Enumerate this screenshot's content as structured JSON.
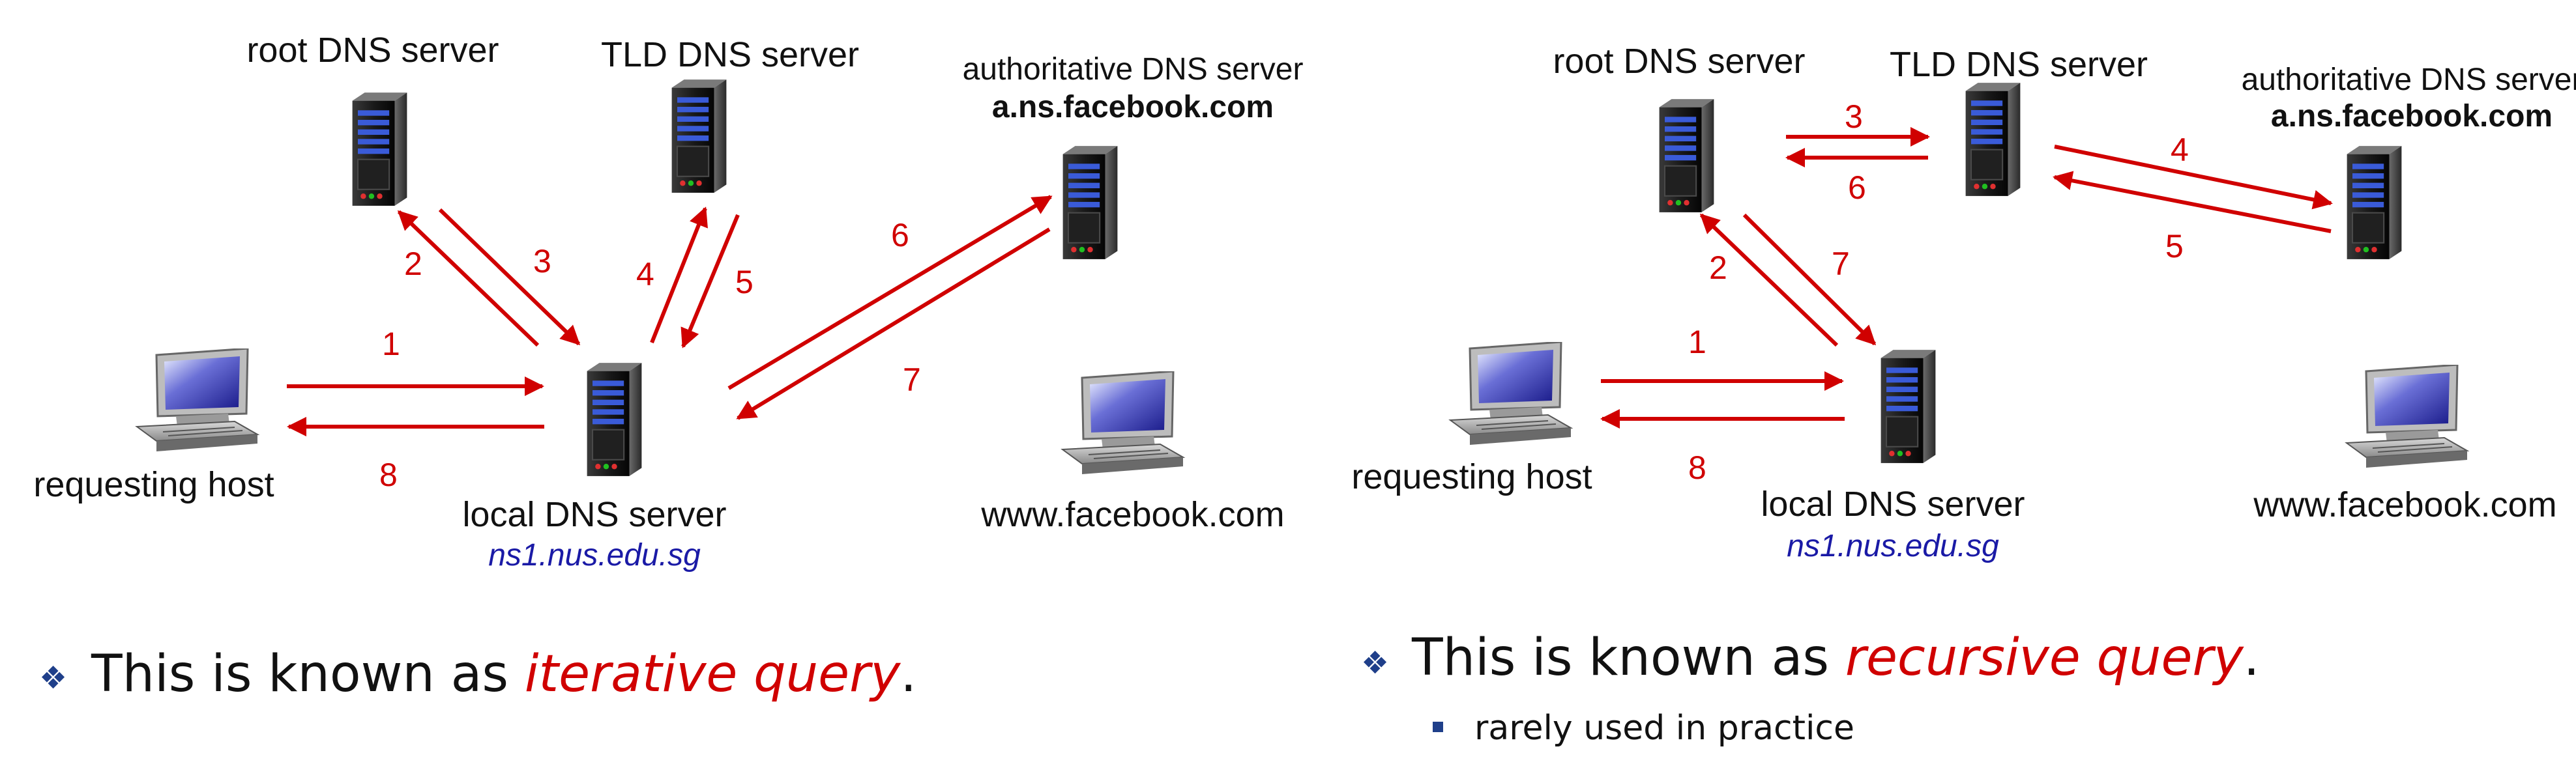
{
  "iterative": {
    "root_label": "root DNS server",
    "tld_label": "TLD DNS server",
    "auth_label": "authoritative DNS server",
    "auth_host": "a.ns.facebook.com",
    "requesting_label": "requesting host",
    "local_label": "local DNS server",
    "local_host": "ns1.nus.edu.sg",
    "www_label": "www.facebook.com",
    "steps": [
      "1",
      "2",
      "3",
      "4",
      "5",
      "6",
      "7",
      "8"
    ],
    "bullet_prefix": "This is known as ",
    "bullet_highlight": "iterative query",
    "bullet_suffix": "."
  },
  "recursive": {
    "root_label": "root DNS server",
    "tld_label": "TLD DNS server",
    "auth_label": "authoritative DNS server",
    "auth_host": "a.ns.facebook.com",
    "requesting_label": "requesting host",
    "local_label": "local DNS server",
    "local_host": "ns1.nus.edu.sg",
    "www_label": "www.facebook.com",
    "steps": [
      "1",
      "2",
      "3",
      "4",
      "5",
      "6",
      "7",
      "8"
    ],
    "bullet_prefix": "This is known as ",
    "bullet_highlight": "recursive query",
    "bullet_suffix": ".",
    "sub_bullet": "rarely used in practice"
  },
  "colors": {
    "arrow": "#d00000",
    "host_italic": "#1a1aa6",
    "bullet_marker": "#1f3f8a"
  }
}
